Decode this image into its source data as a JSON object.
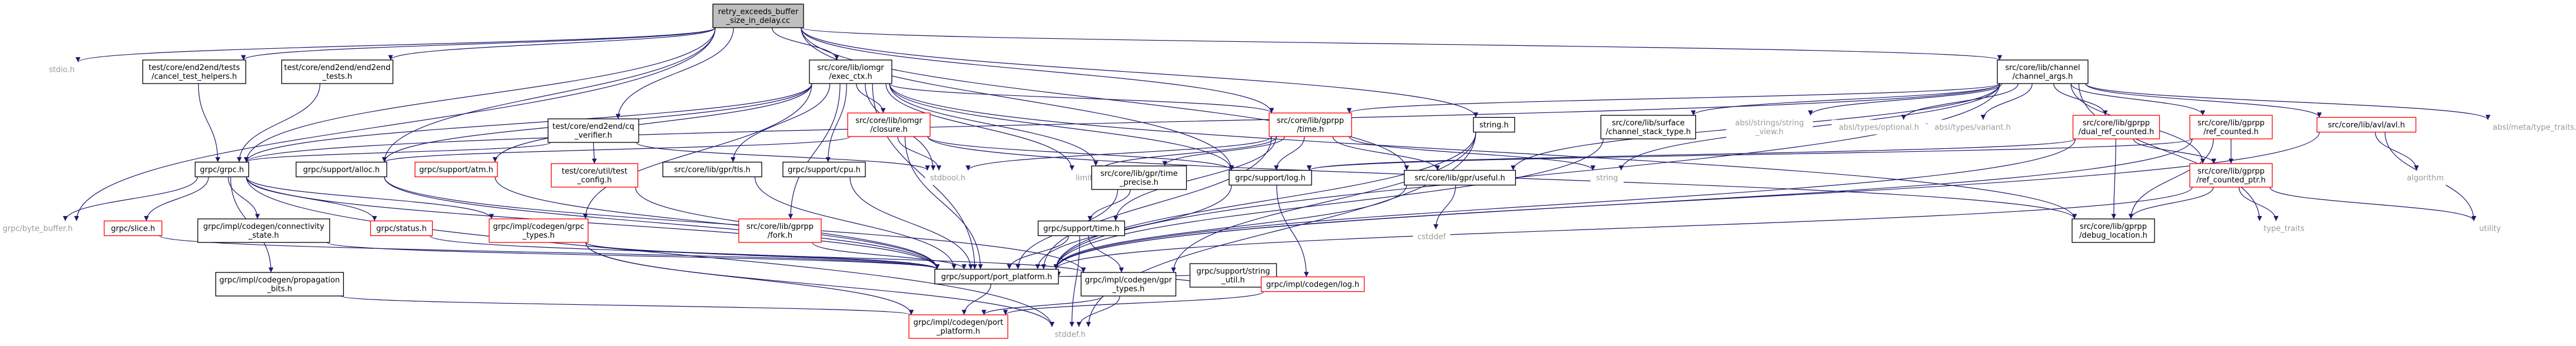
{
  "nodes": [
    {
      "id": "n0",
      "lines": [
        "retry_exceeds_buffer",
        "_size_in_delay.cc"
      ],
      "style": "root"
    },
    {
      "id": "n1",
      "lines": [
        "stdio.h"
      ],
      "style": "sys"
    },
    {
      "id": "n2",
      "lines": [
        "test/core/end2end/tests",
        "/cancel_test_helpers.h"
      ],
      "style": "normal"
    },
    {
      "id": "n3",
      "lines": [
        "test/core/end2end/end2end",
        "_tests.h"
      ],
      "style": "normal"
    },
    {
      "id": "n4",
      "lines": [
        "src/core/lib/iomgr",
        "/exec_ctx.h"
      ],
      "style": "normal"
    },
    {
      "id": "n5",
      "lines": [
        "src/core/lib/channel",
        "/channel_args.h"
      ],
      "style": "normal"
    },
    {
      "id": "n6",
      "lines": [
        "test/core/end2end/cq",
        "_verifier.h"
      ],
      "style": "normal"
    },
    {
      "id": "n7",
      "lines": [
        "src/core/lib/iomgr",
        "/closure.h"
      ],
      "style": "red"
    },
    {
      "id": "n8",
      "lines": [
        "src/core/lib/gprpp",
        "/time.h"
      ],
      "style": "red"
    },
    {
      "id": "n9",
      "lines": [
        "string.h"
      ],
      "style": "normal"
    },
    {
      "id": "n10",
      "lines": [
        "src/core/lib/surface",
        "/channel_stack_type.h"
      ],
      "style": "normal"
    },
    {
      "id": "n11",
      "lines": [
        "absl/strings/string",
        "_view.h"
      ],
      "style": "sys"
    },
    {
      "id": "n12",
      "lines": [
        "absl/types/optional.h"
      ],
      "style": "sys"
    },
    {
      "id": "n13",
      "lines": [
        "absl/types/variant.h"
      ],
      "style": "sys"
    },
    {
      "id": "n14",
      "lines": [
        "src/core/lib/gprpp",
        "/dual_ref_counted.h"
      ],
      "style": "red"
    },
    {
      "id": "n15",
      "lines": [
        "src/core/lib/gprpp",
        "/ref_counted.h"
      ],
      "style": "red"
    },
    {
      "id": "n16",
      "lines": [
        "src/core/lib/avl/avl.h"
      ],
      "style": "red"
    },
    {
      "id": "n17",
      "lines": [
        "absl/meta/type_traits.h"
      ],
      "style": "sys"
    },
    {
      "id": "n18",
      "lines": [
        "grpc/grpc.h"
      ],
      "style": "normal"
    },
    {
      "id": "n19",
      "lines": [
        "grpc/support/alloc.h"
      ],
      "style": "normal"
    },
    {
      "id": "n20",
      "lines": [
        "grpc/support/atm.h"
      ],
      "style": "red"
    },
    {
      "id": "n21",
      "lines": [
        "test/core/util/test",
        "_config.h"
      ],
      "style": "red"
    },
    {
      "id": "n22",
      "lines": [
        "src/core/lib/gpr/tls.h"
      ],
      "style": "normal"
    },
    {
      "id": "n23",
      "lines": [
        "grpc/support/cpu.h"
      ],
      "style": "normal"
    },
    {
      "id": "n24",
      "lines": [
        "stdbool.h"
      ],
      "style": "sys"
    },
    {
      "id": "n25",
      "lines": [
        "limits"
      ],
      "style": "sys"
    },
    {
      "id": "n26",
      "lines": [
        "src/core/lib/gpr/time",
        "_precise.h"
      ],
      "style": "normal"
    },
    {
      "id": "n27",
      "lines": [
        "grpc/support/log.h"
      ],
      "style": "normal"
    },
    {
      "id": "n28",
      "lines": [
        "src/core/lib/gpr/useful.h"
      ],
      "style": "normal"
    },
    {
      "id": "n29",
      "lines": [
        "string"
      ],
      "style": "sys"
    },
    {
      "id": "n30",
      "lines": [
        "src/core/lib/gprpp",
        "/ref_counted_ptr.h"
      ],
      "style": "red"
    },
    {
      "id": "n31",
      "lines": [
        "algorithm"
      ],
      "style": "sys"
    },
    {
      "id": "n32",
      "lines": [
        "utility"
      ],
      "style": "sys"
    },
    {
      "id": "n33",
      "lines": [
        "type_traits"
      ],
      "style": "sys"
    },
    {
      "id": "n34",
      "lines": [
        "grpc/byte_buffer.h"
      ],
      "style": "sys"
    },
    {
      "id": "n35",
      "lines": [
        "grpc/slice.h"
      ],
      "style": "red"
    },
    {
      "id": "n36",
      "lines": [
        "grpc/impl/codegen/connectivity",
        "_state.h"
      ],
      "style": "normal"
    },
    {
      "id": "n37",
      "lines": [
        "grpc/status.h"
      ],
      "style": "red"
    },
    {
      "id": "n38",
      "lines": [
        "grpc/impl/codegen/grpc",
        "_types.h"
      ],
      "style": "red"
    },
    {
      "id": "n39",
      "lines": [
        "src/core/lib/gprpp",
        "/fork.h"
      ],
      "style": "red"
    },
    {
      "id": "n40",
      "lines": [
        "grpc/support/time.h"
      ],
      "style": "normal"
    },
    {
      "id": "n41",
      "lines": [
        "grpc/support/string",
        "_util.h"
      ],
      "style": "normal"
    },
    {
      "id": "n42",
      "lines": [
        "cstddef"
      ],
      "style": "sys"
    },
    {
      "id": "n43",
      "lines": [
        "src/core/lib/gprpp",
        "/debug_location.h"
      ],
      "style": "normal"
    },
    {
      "id": "n44",
      "lines": [
        "grpc/impl/codegen/propagation",
        "_bits.h"
      ],
      "style": "normal"
    },
    {
      "id": "n45",
      "lines": [
        "grpc/support/port_platform.h"
      ],
      "style": "normal"
    },
    {
      "id": "n46",
      "lines": [
        "grpc/impl/codegen/gpr",
        "_types.h"
      ],
      "style": "normal"
    },
    {
      "id": "n47",
      "lines": [
        "grpc/impl/codegen/log.h"
      ],
      "style": "red"
    },
    {
      "id": "n48",
      "lines": [
        "grpc/impl/codegen/port",
        "_platform.h"
      ],
      "style": "red"
    },
    {
      "id": "n49",
      "lines": [
        "stddef.h"
      ],
      "style": "sys"
    }
  ],
  "edges": [
    [
      "n0",
      "n1"
    ],
    [
      "n0",
      "n2"
    ],
    [
      "n0",
      "n3"
    ],
    [
      "n0",
      "n4"
    ],
    [
      "n0",
      "n5"
    ],
    [
      "n0",
      "n6"
    ],
    [
      "n0",
      "n9"
    ],
    [
      "n0",
      "n18"
    ],
    [
      "n0",
      "n19"
    ],
    [
      "n0",
      "n27"
    ],
    [
      "n0",
      "n28"
    ],
    [
      "n0",
      "n34"
    ],
    [
      "n0",
      "n8"
    ],
    [
      "n2",
      "n18"
    ],
    [
      "n3",
      "n18"
    ],
    [
      "n4",
      "n7"
    ],
    [
      "n4",
      "n8"
    ],
    [
      "n4",
      "n18"
    ],
    [
      "n4",
      "n19"
    ],
    [
      "n4",
      "n20"
    ],
    [
      "n4",
      "n22"
    ],
    [
      "n4",
      "n23"
    ],
    [
      "n4",
      "n24"
    ],
    [
      "n4",
      "n25"
    ],
    [
      "n4",
      "n26"
    ],
    [
      "n4",
      "n27"
    ],
    [
      "n4",
      "n39"
    ],
    [
      "n4",
      "n45"
    ],
    [
      "n4",
      "n38"
    ],
    [
      "n4",
      "n43"
    ],
    [
      "n5",
      "n8"
    ],
    [
      "n5",
      "n10"
    ],
    [
      "n5",
      "n11"
    ],
    [
      "n5",
      "n12"
    ],
    [
      "n5",
      "n13"
    ],
    [
      "n5",
      "n14"
    ],
    [
      "n5",
      "n15"
    ],
    [
      "n5",
      "n16"
    ],
    [
      "n5",
      "n17"
    ],
    [
      "n5",
      "n18"
    ],
    [
      "n5",
      "n28"
    ],
    [
      "n5",
      "n29"
    ],
    [
      "n5",
      "n30"
    ],
    [
      "n5",
      "n33"
    ],
    [
      "n5",
      "n45"
    ],
    [
      "n6",
      "n18"
    ],
    [
      "n6",
      "n21"
    ],
    [
      "n6",
      "n24"
    ],
    [
      "n7",
      "n19"
    ],
    [
      "n7",
      "n24"
    ],
    [
      "n7",
      "n27"
    ],
    [
      "n7",
      "n45"
    ],
    [
      "n7",
      "n43"
    ],
    [
      "n8",
      "n25"
    ],
    [
      "n8",
      "n26"
    ],
    [
      "n8",
      "n27"
    ],
    [
      "n8",
      "n29"
    ],
    [
      "n8",
      "n40"
    ],
    [
      "n8",
      "n45"
    ],
    [
      "n8",
      "n28"
    ],
    [
      "n8",
      "n24"
    ],
    [
      "n9",
      "n45"
    ],
    [
      "n9",
      "n46"
    ],
    [
      "n9",
      "n49"
    ],
    [
      "n10",
      "n45"
    ],
    [
      "n14",
      "n27"
    ],
    [
      "n14",
      "n30"
    ],
    [
      "n14",
      "n43"
    ],
    [
      "n14",
      "n45"
    ],
    [
      "n15",
      "n30"
    ],
    [
      "n15",
      "n43"
    ],
    [
      "n15",
      "n45"
    ],
    [
      "n15",
      "n27"
    ],
    [
      "n16",
      "n31"
    ],
    [
      "n16",
      "n32"
    ],
    [
      "n16",
      "n45"
    ],
    [
      "n18",
      "n34"
    ],
    [
      "n18",
      "n35"
    ],
    [
      "n18",
      "n36"
    ],
    [
      "n18",
      "n37"
    ],
    [
      "n18",
      "n38"
    ],
    [
      "n18",
      "n44"
    ],
    [
      "n18",
      "n45"
    ],
    [
      "n18",
      "n49"
    ],
    [
      "n19",
      "n45"
    ],
    [
      "n19",
      "n46"
    ],
    [
      "n20",
      "n45"
    ],
    [
      "n21",
      "n45"
    ],
    [
      "n22",
      "n45"
    ],
    [
      "n23",
      "n45"
    ],
    [
      "n26",
      "n40"
    ],
    [
      "n26",
      "n45"
    ],
    [
      "n27",
      "n47"
    ],
    [
      "n27",
      "n45"
    ],
    [
      "n28",
      "n45"
    ],
    [
      "n28",
      "n42"
    ],
    [
      "n30",
      "n32"
    ],
    [
      "n30",
      "n33"
    ],
    [
      "n30",
      "n43"
    ],
    [
      "n30",
      "n45"
    ],
    [
      "n35",
      "n45"
    ],
    [
      "n36",
      "n45"
    ],
    [
      "n37",
      "n45"
    ],
    [
      "n38",
      "n45"
    ],
    [
      "n38",
      "n46"
    ],
    [
      "n38",
      "n48"
    ],
    [
      "n38",
      "n49"
    ],
    [
      "n39",
      "n45"
    ],
    [
      "n40",
      "n45"
    ],
    [
      "n40",
      "n46"
    ],
    [
      "n40",
      "n49"
    ],
    [
      "n41",
      "n45"
    ],
    [
      "n41",
      "n46"
    ],
    [
      "n44",
      "n48"
    ],
    [
      "n45",
      "n48"
    ],
    [
      "n46",
      "n48"
    ],
    [
      "n46",
      "n49"
    ],
    [
      "n47",
      "n48"
    ]
  ]
}
